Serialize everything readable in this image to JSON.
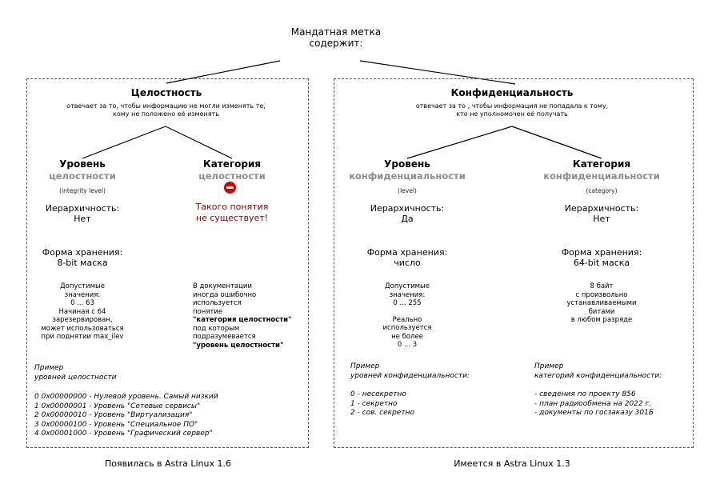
{
  "root": {
    "title_line1": "Мандатная метка",
    "title_line2": "содержит:"
  },
  "integrity": {
    "header": "Целостность",
    "desc_line1": "отвечает за то, чтобы информацию не могли изменять те,",
    "desc_line2": "кому не положено её изменять",
    "level": {
      "title": "Уровень",
      "subtitle": "целостности",
      "term": "(integrity level)",
      "hier_label": "Иерархичность:",
      "hier_value": "Нет",
      "storage_label": "Форма хранения:",
      "storage_value": "8-bit маска",
      "values_lines": [
        "Допустимые",
        "значения:",
        "0 ... 63",
        "Начиная с 64",
        "зарезервирован,",
        "может использоваться",
        "при поднятии max_ilev"
      ]
    },
    "category": {
      "title": "Категория",
      "subtitle": "целостности",
      "icon": "no-entry-icon",
      "warn_line1": "Такого понятия",
      "warn_line2": "не существует!",
      "note_lines": [
        {
          "text": "В документации",
          "bold": false
        },
        {
          "text": "иногда ошибочно",
          "bold": false
        },
        {
          "text": "используется",
          "bold": false
        },
        {
          "text": "понятие",
          "bold": false
        },
        {
          "text": "\"категория целостности\"",
          "bold": true
        },
        {
          "text": "под которым",
          "bold": false
        },
        {
          "text": "подразумевается",
          "bold": false
        },
        {
          "text": "\"уровень целостности\"",
          "bold": true
        }
      ]
    },
    "example": {
      "title_line1": "Пример",
      "title_line2": "уровней целостности",
      "items": [
        "0 0x00000000 - Нулевой уровень. Самый низкий",
        "1 0x00000001 - Уровень \"Сетевые сервисы\"",
        "2 0x00000010 - Уровень \"Виртуализация\"",
        "3 0x00000100 - Уровень \"Специальное ПО\"",
        "4 0x00001000 - Уровень \"Графический сервер\""
      ]
    },
    "footer": "Появилась в Astra Linux 1.6"
  },
  "confidentiality": {
    "header": "Конфиденциальность",
    "desc_line1": "отвечает за то , чтобы информация не попадала к тому,",
    "desc_line2": "кто не уполномочен её получать",
    "level": {
      "title": "Уровень",
      "subtitle": "конфиденциальности",
      "term": "(level)",
      "hier_label": "Иерархичность:",
      "hier_value": "Да",
      "storage_label": "Форма хранения:",
      "storage_value": "число",
      "values_lines": [
        "Допустимые",
        "значения:",
        "0 ... 255",
        "",
        "Реально",
        "используется",
        "не более",
        "0 ... 3"
      ],
      "example_title_line1": "Пример",
      "example_title_line2": "уровней конфиденциальности:",
      "example_items": [
        "0 - несекретно",
        "1 - секретно",
        "2 - сов. секретно"
      ]
    },
    "category": {
      "title": "Категория",
      "subtitle": "конфиденциальности",
      "term": "(category)",
      "hier_label": "Иерархичность:",
      "hier_value": "Нет",
      "storage_label": "Форма хранения:",
      "storage_value": "64-bit маска",
      "values_lines": [
        "8 байт",
        "с произвольно",
        "устанавливаемыми",
        "битами",
        "в любом разряде"
      ],
      "example_title_line1": "Пример",
      "example_title_line2": "категорий конфиденциальности:",
      "example_items": [
        "- сведения по проекту 856",
        "- план радиообмена на 2022 г.",
        "- документы по госзаказу 301Б"
      ]
    },
    "footer": "Имеется в Astra Linux 1.3"
  }
}
